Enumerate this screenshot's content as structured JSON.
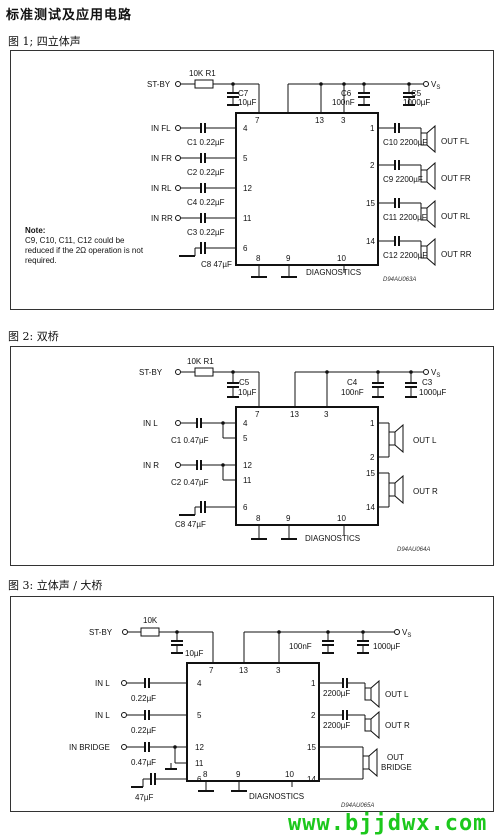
{
  "page_title": "标准测试及应用电路",
  "fig1": {
    "caption": "图 1;  四立体声",
    "stby": "ST-BY",
    "r1": "10K R1",
    "c7": "C7",
    "c7v": "10µF",
    "c6": "C6",
    "c6v": "100nF",
    "c5": "C5",
    "c5v": "1000µF",
    "vs": "V",
    "vs_sub": "S",
    "inputs": [
      {
        "label": "IN FL",
        "cap": "C1 0.22µF",
        "pin": "4"
      },
      {
        "label": "IN FR",
        "cap": "C2 0.22µF",
        "pin": "5"
      },
      {
        "label": "IN RL",
        "cap": "C4 0.22µF",
        "pin": "12"
      },
      {
        "label": "IN RR",
        "cap": "C3 0.22µF",
        "pin": "11"
      }
    ],
    "c8": "C8 47µF",
    "pin6": "6",
    "top_pins": [
      "7",
      "13",
      "3"
    ],
    "bottom_pins": [
      "8",
      "9",
      "10"
    ],
    "outputs": [
      {
        "pin": "1",
        "cap": "C10 2200µF",
        "label": "OUT FL"
      },
      {
        "pin": "2",
        "cap": "C9 2200µF",
        "label": "OUT FR"
      },
      {
        "pin": "15",
        "cap": "C11 2200µF",
        "label": "OUT RL"
      },
      {
        "pin": "14",
        "cap": "C12 2200µF",
        "label": "OUT RR"
      }
    ],
    "diag": "DIAGNOSTICS",
    "note_title": "Note:",
    "note_lines": [
      "C9,  C10,  C11,  C12  could  be",
      "reduced if the 2Ω operation is not",
      "required."
    ],
    "ref": "D94AU063A"
  },
  "fig2": {
    "caption": "图 2:  双桥",
    "stby": "ST-BY",
    "r1": "10K R1",
    "c5": "C5",
    "c5v": "10µF",
    "c4": "C4",
    "c4v": "100nF",
    "c3": "C3",
    "c3v": "1000µF",
    "vs": "V",
    "vs_sub": "S",
    "in_l": "IN L",
    "in_l_cap": "C1 0.47µF",
    "in_r": "IN R",
    "in_r_cap": "C2 0.47µF",
    "c8": "C8 47µF",
    "left_pins": [
      "4",
      "5",
      "12",
      "11",
      "6"
    ],
    "top_pins": [
      "7",
      "13",
      "3"
    ],
    "bottom_pins": [
      "8",
      "9",
      "10"
    ],
    "right_pins": [
      "1",
      "2",
      "15",
      "14"
    ],
    "out_l": "OUT L",
    "out_r": "OUT R",
    "diag": "DIAGNOSTICS",
    "ref": "D94AU064A"
  },
  "fig3": {
    "caption": "图 3:  立体声 / 大桥",
    "stby": "ST-BY",
    "r": "10K",
    "c10u": "10µF",
    "c100n": "100nF",
    "c1000u": "1000µF",
    "vs": "V",
    "vs_sub": "S",
    "in_l1": "IN L",
    "in_l2": "IN L",
    "in_bridge": "IN BRIDGE",
    "cap1": "0.22µF",
    "cap2": "0.22µF",
    "cap3": "0.47µF",
    "cap47": "47µF",
    "left_pins": [
      "4",
      "5",
      "12",
      "11",
      "6"
    ],
    "top_pins": [
      "7",
      "13",
      "3"
    ],
    "bottom_pins": [
      "8",
      "9",
      "10"
    ],
    "right_pins": [
      "1",
      "2",
      "15",
      "14"
    ],
    "out_cap1": "2200µF",
    "out_cap2": "2200µF",
    "out_l": "OUT L",
    "out_r": "OUT R",
    "out_bridge1": "OUT",
    "out_bridge2": "BRIDGE",
    "diag": "DIAGNOSTICS",
    "ref": "D94AU065A"
  },
  "watermark": "www.bjjdwx.com"
}
